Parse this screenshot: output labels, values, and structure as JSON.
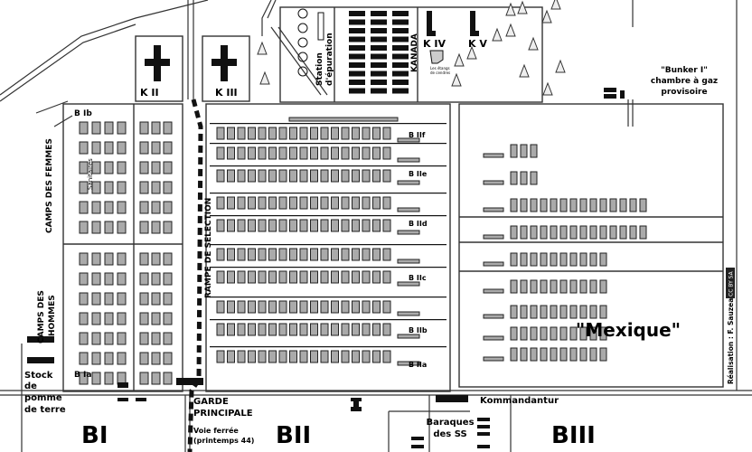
{
  "title": "Auschwitz-Birkenau",
  "labels": {
    "k2": "K II",
    "k3": "K III",
    "k4": "K IV",
    "k5": "K V",
    "station_1": "Station",
    "station_2": "d'épuration",
    "kanada": "KANADA",
    "ponds_1": "Les étangs",
    "ponds_2": "de cendres",
    "bunker_1": "\"Bunker I\"",
    "bunker_2": "chambre à gaz",
    "bunker_3": "provisoire",
    "camp_femmes": "CAMPS DES FEMMES",
    "camp_hommes_1": "CAMPS DES",
    "camp_hommes_2": "HOMMES",
    "sanitaires": "Sanitaires",
    "b_ib": "B Ib",
    "b_ia": "B Ia",
    "rampe": "RAMPE DE SELECTION",
    "b_iif": "B IIf",
    "b_iie": "B IIe",
    "b_iid": "B IId",
    "b_iic": "B IIc",
    "b_iib": "B IIb",
    "b_iia": "B IIa",
    "mexique": "\"Mexique\"",
    "stock_1": "Stock",
    "stock_2": "de",
    "stock_3": "pomme",
    "stock_4": "de terre",
    "garde_1": "GARDE",
    "garde_2": "PRINCIPALE",
    "voie_1": "Voie ferrée",
    "voie_2": "(printemps 44)",
    "kommandantur": "Kommandantur",
    "ss_1": "Baraques",
    "ss_2": "des SS",
    "bi": "BI",
    "bii": "BII",
    "biii": "BIII",
    "credit": "Réalisation : F. Sauzeau",
    "license": "CC BY SA"
  },
  "colors": {
    "barrack": "#aaaaaa",
    "ink": "#111111",
    "pond": "#cccccc"
  }
}
